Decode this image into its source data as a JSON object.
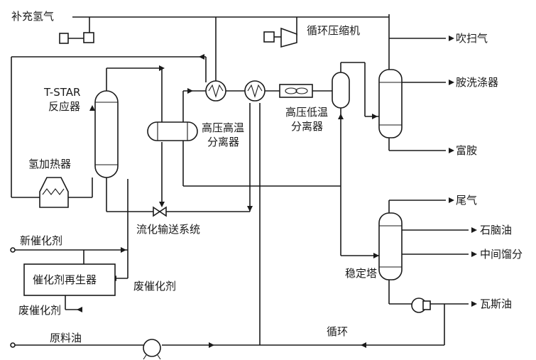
{
  "labels": {
    "makeup_h2": "补充氢气",
    "recycle_compressor": "循环压缩机",
    "purge_gas": "吹扫气",
    "amine_scrubber": "胺洗涤器",
    "rich_amine": "富胺",
    "reactor_line1": "T-STAR",
    "reactor_line2": "反应器",
    "hp_hot_sep_line1": "高压高温",
    "hp_hot_sep_line2": "分离器",
    "hp_cold_sep_line1": "高压低温",
    "hp_cold_sep_line2": "分离器",
    "h2_heater": "氢加热器",
    "fluidized_transport": "流化输送系统",
    "fresh_catalyst": "新催化剂",
    "catalyst_regenerator": "催化剂再生器",
    "spent_catalyst_right": "废催化剂",
    "spent_catalyst_left": "废催化剂",
    "tail_gas": "尾气",
    "naphtha": "石脑油",
    "middle_distillate": "中间馏分",
    "stabilizer": "稳定塔",
    "gas_oil": "瓦斯油",
    "recycle": "循环",
    "feed_oil": "原料油"
  }
}
